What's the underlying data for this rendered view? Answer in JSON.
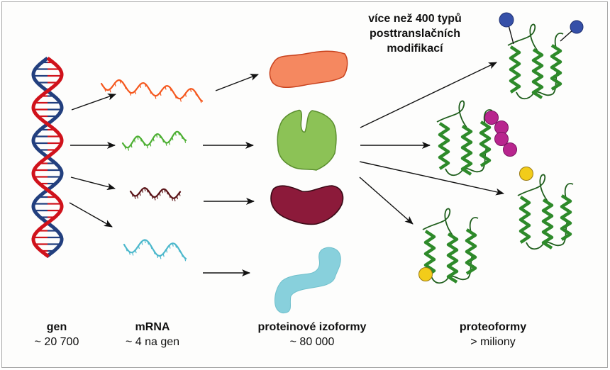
{
  "diagram": {
    "annotation": "více než 400 typů posttranslačních modifikací",
    "annotation_lines": [
      "více než 400 typů",
      "posttranslačních",
      "modifikací"
    ],
    "columns": [
      {
        "title": "gen",
        "value": "~ 20 700"
      },
      {
        "title": "mRNA",
        "value": "~ 4 na gen"
      },
      {
        "title": "proteinové izoformy",
        "value": "~ 80 000"
      },
      {
        "title": "proteoformy",
        "value": "> miliony"
      }
    ],
    "colors": {
      "dna_strand_a": "#d0121b",
      "dna_strand_b": "#223f7e",
      "mrna": [
        "#f5581e",
        "#4caf32",
        "#5a1418",
        "#4cb8cc"
      ],
      "proteins": [
        "#f58860",
        "#8cc256",
        "#8c1a3a",
        "#88d0dc"
      ],
      "helix": "#2e8a2a",
      "ptm_blue": "#3650a8",
      "ptm_magenta": "#b8258e",
      "ptm_yellow": "#f2cc1a"
    }
  }
}
